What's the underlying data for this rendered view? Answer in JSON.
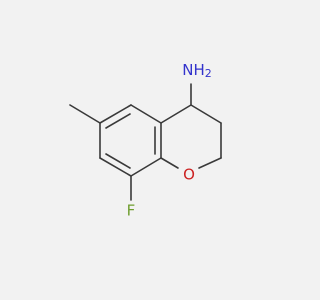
{
  "molecule": {
    "atoms": {
      "amine": {
        "label": "NH",
        "subscript": "2",
        "color": "#3333cc"
      },
      "oxygen": {
        "label": "O",
        "color": "#cc2222"
      },
      "fluorine": {
        "label": "F",
        "color": "#6f9e2f"
      }
    },
    "bond_color": "#3a3a3a"
  }
}
